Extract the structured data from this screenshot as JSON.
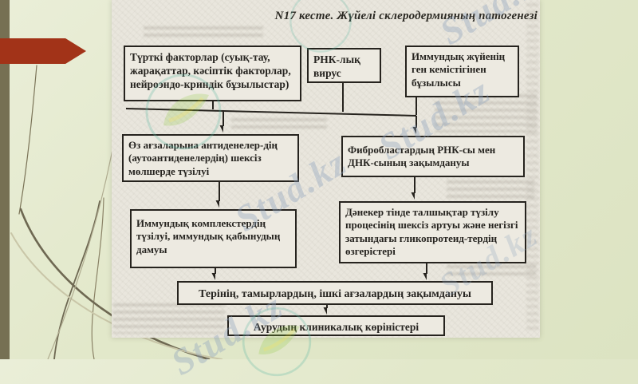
{
  "slide": {
    "title": "N17 кесте. Жүйелі склеродермияның патогенезі",
    "watermark_text": "Stud.kz",
    "colors": {
      "background": "#e2e8ca",
      "sidebar_bar": "#767053",
      "accent_arrow": "#a23318",
      "paper": "#e9e6dd",
      "box_border": "#26231e",
      "box_text": "#262420",
      "watermark": "#8fa4bd"
    }
  },
  "flowchart": {
    "nodes": [
      {
        "id": "trigger-factors",
        "text": "Түрткі факторлар (суық-тау, жарақаттар, кәсіптік факторлар, нейроэндо-криндік бұзылыстар)"
      },
      {
        "id": "rna-virus",
        "text": "РНК-лық вирус"
      },
      {
        "id": "immune-gene-defect",
        "text": "Иммундық жүйенің ген кемістігінен бұзылысы"
      },
      {
        "id": "autoantibodies",
        "text": "Өз ағзаларына антиденелер-дің (аутоантиденелердің) шексіз мөлшерде түзілуі"
      },
      {
        "id": "fibroblast-damage",
        "text": "Фибробластардың РНК-сы мен ДНК-сының зақымдануы"
      },
      {
        "id": "immune-complexes",
        "text": "Иммундық комплекстердің түзілуі, иммундық қабынудың дамуы"
      },
      {
        "id": "connective-tissue",
        "text": "Дәнекер тінде талшықтар түзілу процесінің шексіз артуы және негізгі затындағы гликопротеид-тердің өзгерістері"
      },
      {
        "id": "organ-damage",
        "text": "Терінің, тамырлардың, ішкі ағзалардың зақымдануы"
      },
      {
        "id": "clinical-signs",
        "text": "Аурудың клиникалық көріністері"
      }
    ]
  }
}
